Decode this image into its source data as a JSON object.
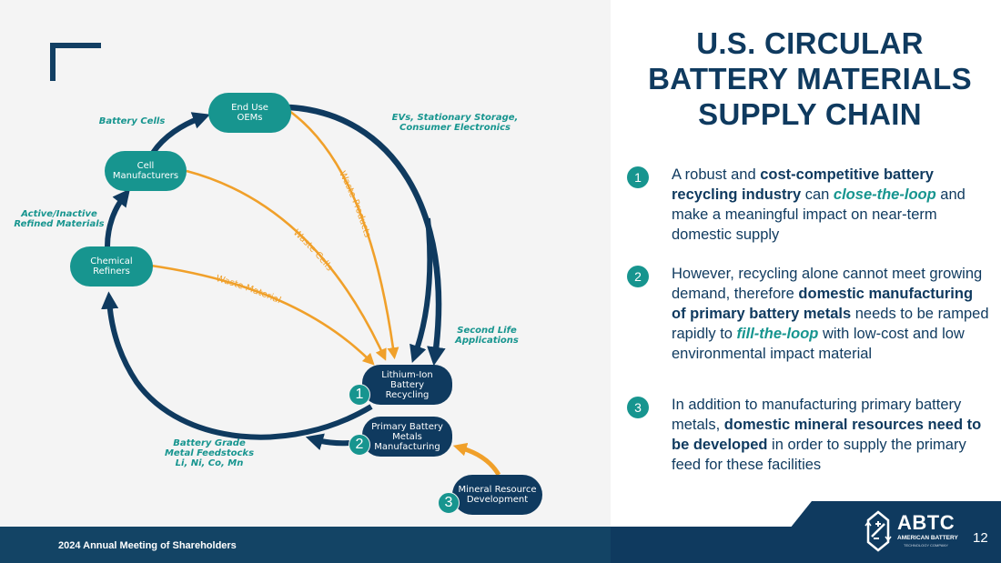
{
  "slide": {
    "title": "U.S. CIRCULAR\nBATTERY MATERIALS\nSUPPLY CHAIN",
    "page_number": "12",
    "footer_text": "2024 Annual Meeting of Shareholders"
  },
  "logo": {
    "wordmark": "ABTC",
    "line1": "AMERICAN BATTERY",
    "line2": "TECHNOLOGY COMPANY",
    "icon": "battery-hexagon-logo-icon"
  },
  "colors": {
    "navy": "#0f3a5f",
    "teal": "#17958f",
    "orange": "#f0a02a",
    "panel_bg": "#f4f4f4"
  },
  "diagram": {
    "nodes": {
      "end_use_oems": "End Use\nOEMs",
      "cell_manufacturers": "Cell\nManufacturers",
      "chemical_refiners": "Chemical\nRefiners",
      "li_ion_recycling": "Lithium-Ion\nBattery\nRecycling",
      "primary_metals": "Primary Battery\nMetals\nManufacturing",
      "mineral_resource": "Mineral Resource\nDevelopment"
    },
    "badges": {
      "recycling": "1",
      "primary": "2",
      "mineral": "3"
    },
    "flow_labels": {
      "battery_cells": "Battery Cells",
      "active_inactive": "Active/Inactive\nRefined Materials",
      "evs": "EVs, Stationary Storage,\nConsumer Electronics",
      "second_life": "Second Life\nApplications",
      "battery_grade": "Battery Grade\nMetal Feedstocks\nLi, Ni, Co, Mn"
    },
    "waste_labels": {
      "waste_products": "Waste Products",
      "waste_cells": "Waste Cells",
      "waste_material": "Waste Material"
    }
  },
  "points": [
    {
      "number": "1",
      "segments": [
        {
          "t": "A robust and ",
          "s": "normal"
        },
        {
          "t": "cost-competitive battery recycling industry",
          "s": "bold"
        },
        {
          "t": " can ",
          "s": "normal"
        },
        {
          "t": "close-the-loop",
          "s": "accent"
        },
        {
          "t": " and make a meaningful impact on near-term domestic supply",
          "s": "normal"
        }
      ]
    },
    {
      "number": "2",
      "segments": [
        {
          "t": "However, recycling alone cannot meet growing demand, therefore ",
          "s": "normal"
        },
        {
          "t": "domestic manufacturing of primary battery metals",
          "s": "bold"
        },
        {
          "t": " needs to be ramped rapidly to ",
          "s": "normal"
        },
        {
          "t": "fill-the-loop",
          "s": "accent"
        },
        {
          "t": " with low-cost and low environmental impact material",
          "s": "normal"
        }
      ]
    },
    {
      "number": "3",
      "segments": [
        {
          "t": "In addition to manufacturing primary battery metals, ",
          "s": "normal"
        },
        {
          "t": "domestic mineral resources need to be developed",
          "s": "bold"
        },
        {
          "t": " in order to supply the primary feed for these facilities",
          "s": "normal"
        }
      ]
    }
  ]
}
